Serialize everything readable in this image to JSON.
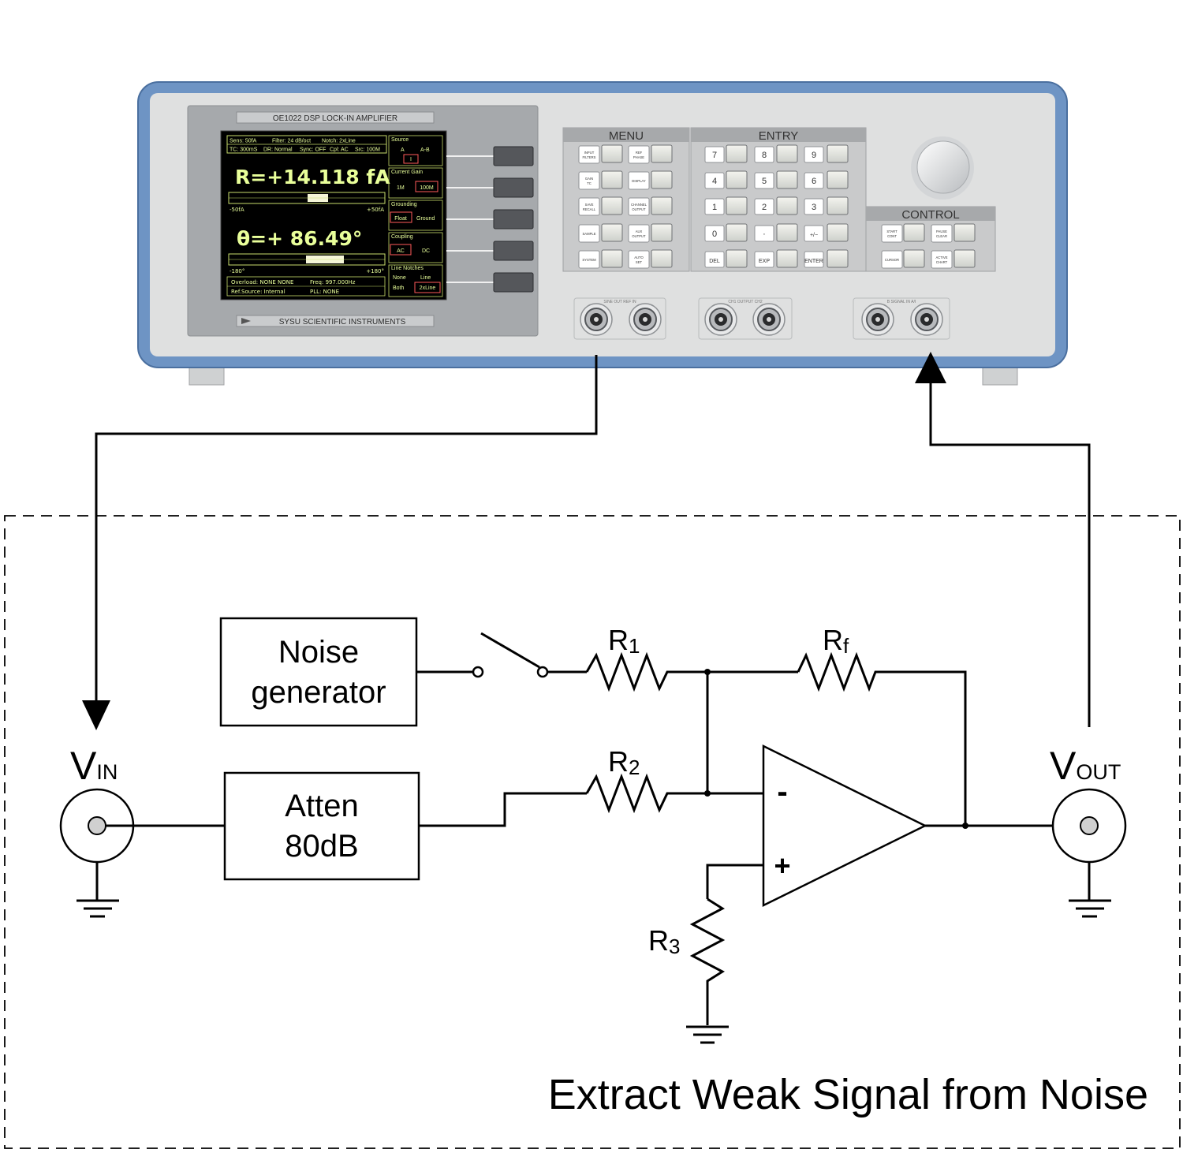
{
  "instrument": {
    "model_label": "OE1022 DSP LOCK-IN AMPLIFIER",
    "brand_label": "SYSU SCIENTIFIC INSTRUMENTS",
    "status_bar": {
      "sens": "Sens:   50fA",
      "filter": "Filter:  24  dB/oct",
      "notch": "Notch: 2xLine",
      "tc": "TC: 300mS",
      "dr": "DR: Normal",
      "sync": "Sync: OFF",
      "cpl": "Cpl: AC",
      "src": "Src: 100M"
    },
    "readout_r": "R=+14.118  fA",
    "bar1_left": "-50fA",
    "bar1_right": "+50fA",
    "readout_theta": "θ=+  86.49°",
    "bar2_left": "-180°",
    "bar2_right": "+180°",
    "footer": {
      "overload": "Overload:  NONE    NONE",
      "freq": "Freq:  997.000Hz",
      "ref_source": "Ref.Source:  Internal",
      "pll": "PLL:   NONE"
    },
    "softkeys": {
      "source": {
        "title": "Source",
        "opt_a": "A",
        "opt_ab": "A-B",
        "opt_i": "I"
      },
      "current_gain": {
        "title": "Current Gain",
        "opt_1m": "1M",
        "opt_100m": "100M"
      },
      "grounding": {
        "title": "Grounding",
        "opt_float": "Float",
        "opt_ground": "Ground"
      },
      "coupling": {
        "title": "Coupling",
        "opt_ac": "AC",
        "opt_dc": "DC"
      },
      "line_notches": {
        "title": "Line Notches",
        "opt_none": "None",
        "opt_line": "Line",
        "opt_both": "Both",
        "opt_2xline": "2xLine"
      }
    },
    "menu": {
      "title": "MENU",
      "keys": [
        [
          "INPUT",
          "FILTERS"
        ],
        [
          "REF",
          "PHASE"
        ],
        [
          "GAIN",
          "TC"
        ],
        [
          "DISPLAY",
          ""
        ],
        [
          "SAVE",
          "RECALL"
        ],
        [
          "CHANNEL",
          "OUTPUT"
        ],
        [
          "SAMPLE",
          ""
        ],
        [
          "AUX",
          "OUTPUT"
        ],
        [
          "SYSTEM",
          ""
        ],
        [
          "AUTO",
          "SET"
        ]
      ]
    },
    "entry": {
      "title": "ENTRY",
      "keys": [
        "7",
        "8",
        "9",
        "4",
        "5",
        "6",
        "1",
        "2",
        "3",
        "0",
        "·",
        "+/−",
        "DEL",
        "EXP",
        "ENTER"
      ]
    },
    "control": {
      "title": "CONTROL",
      "keys": [
        [
          "START",
          "CONT"
        ],
        [
          "PAUSE",
          "CLEAR"
        ],
        [
          "CURSOR",
          ""
        ],
        [
          "ACTIVE",
          "CHART"
        ]
      ]
    },
    "connector_groups": {
      "sine_ref": "SINE OUT        REF IN",
      "output": "CH1        OUTPUT        CH2",
      "signal_in": "B        SIGNAL IN        A/I"
    }
  },
  "circuit": {
    "noise_generator": [
      "Noise",
      "generator"
    ],
    "attenuator": [
      "Atten",
      "80dB"
    ],
    "r1": {
      "main": "R",
      "sub": "1"
    },
    "r2": {
      "main": "R",
      "sub": "2"
    },
    "r3": {
      "main": "R",
      "sub": "3"
    },
    "rf": {
      "main": "R",
      "sub": "f"
    },
    "vin": {
      "main": "V",
      "sub": "IN"
    },
    "vout": {
      "main": "V",
      "sub": "OUT"
    },
    "opamp_minus": "-",
    "opamp_plus": "+",
    "caption": "Extract Weak Signal from Noise"
  }
}
